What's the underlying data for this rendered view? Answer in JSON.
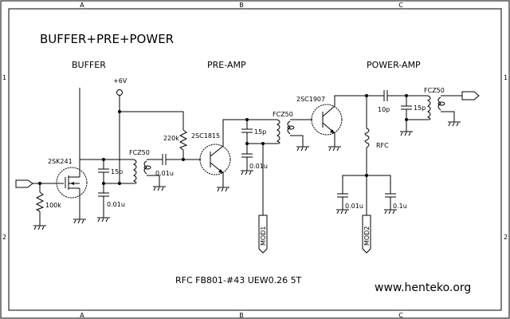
{
  "title": "BUFFER+PRE+POWER",
  "sections": {
    "buffer": "BUFFER",
    "preamp": "PRE-AMP",
    "poweramp": "POWER-AMP"
  },
  "frame": {
    "columns": [
      "A",
      "B",
      "C"
    ],
    "rows": [
      "1",
      "2"
    ]
  },
  "supply": "+6V",
  "components": {
    "q1": "2SK241",
    "q2": "2SC1815",
    "q3": "2SC1907",
    "r1": "100k",
    "r2": "220k",
    "t1": "FCZ50",
    "t2": "FCZ50",
    "t3": "FCZ50",
    "c1": "15p",
    "c2": "0.01u",
    "c3": "0.01u",
    "c4": "15p",
    "c5": "0.01u",
    "c6": "10p",
    "c7": "15p",
    "c8": "0.01u",
    "c9": "0.1u",
    "l1": "RFC"
  },
  "ports": {
    "mod1": "MOD1",
    "mod2": "MOD2"
  },
  "note": "RFC FB801-#43 UEW0.26 5T",
  "website": "www.henteko.org"
}
